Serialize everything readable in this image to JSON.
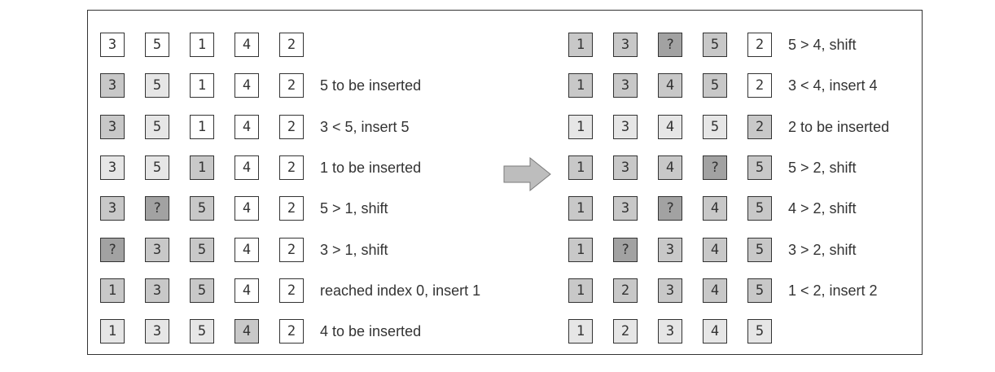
{
  "colors": {
    "white": "#ffffff",
    "light": "#e6e6e6",
    "medium": "#c8c8c8",
    "dark": "#a2a2a2",
    "border": "#333333",
    "arrow": "#bdbdbd"
  },
  "left_steps": [
    {
      "cells": [
        {
          "v": "3",
          "s": 0
        },
        {
          "v": "5",
          "s": 0
        },
        {
          "v": "1",
          "s": 0
        },
        {
          "v": "4",
          "s": 0
        },
        {
          "v": "2",
          "s": 0
        }
      ],
      "note": ""
    },
    {
      "cells": [
        {
          "v": "3",
          "s": 2
        },
        {
          "v": "5",
          "s": 1
        },
        {
          "v": "1",
          "s": 0
        },
        {
          "v": "4",
          "s": 0
        },
        {
          "v": "2",
          "s": 0
        }
      ],
      "note": "5 to be inserted"
    },
    {
      "cells": [
        {
          "v": "3",
          "s": 2
        },
        {
          "v": "5",
          "s": 1
        },
        {
          "v": "1",
          "s": 0
        },
        {
          "v": "4",
          "s": 0
        },
        {
          "v": "2",
          "s": 0
        }
      ],
      "note": "3 < 5, insert 5"
    },
    {
      "cells": [
        {
          "v": "3",
          "s": 1
        },
        {
          "v": "5",
          "s": 1
        },
        {
          "v": "1",
          "s": 2
        },
        {
          "v": "4",
          "s": 0
        },
        {
          "v": "2",
          "s": 0
        }
      ],
      "note": "1 to be inserted"
    },
    {
      "cells": [
        {
          "v": "3",
          "s": 2
        },
        {
          "v": "?",
          "s": 3
        },
        {
          "v": "5",
          "s": 2
        },
        {
          "v": "4",
          "s": 0
        },
        {
          "v": "2",
          "s": 0
        }
      ],
      "note": "5 > 1, shift"
    },
    {
      "cells": [
        {
          "v": "?",
          "s": 3
        },
        {
          "v": "3",
          "s": 2
        },
        {
          "v": "5",
          "s": 2
        },
        {
          "v": "4",
          "s": 0
        },
        {
          "v": "2",
          "s": 0
        }
      ],
      "note": "3 > 1, shift"
    },
    {
      "cells": [
        {
          "v": "1",
          "s": 2
        },
        {
          "v": "3",
          "s": 2
        },
        {
          "v": "5",
          "s": 2
        },
        {
          "v": "4",
          "s": 0
        },
        {
          "v": "2",
          "s": 0
        }
      ],
      "note": "reached index 0, insert 1"
    },
    {
      "cells": [
        {
          "v": "1",
          "s": 1
        },
        {
          "v": "3",
          "s": 1
        },
        {
          "v": "5",
          "s": 1
        },
        {
          "v": "4",
          "s": 2
        },
        {
          "v": "2",
          "s": 0
        }
      ],
      "note": "4 to be inserted"
    }
  ],
  "right_steps": [
    {
      "cells": [
        {
          "v": "1",
          "s": 2
        },
        {
          "v": "3",
          "s": 2
        },
        {
          "v": "?",
          "s": 3
        },
        {
          "v": "5",
          "s": 2
        },
        {
          "v": "2",
          "s": 0
        }
      ],
      "note": "5 > 4, shift"
    },
    {
      "cells": [
        {
          "v": "1",
          "s": 2
        },
        {
          "v": "3",
          "s": 2
        },
        {
          "v": "4",
          "s": 2
        },
        {
          "v": "5",
          "s": 2
        },
        {
          "v": "2",
          "s": 0
        }
      ],
      "note": "3 < 4, insert 4"
    },
    {
      "cells": [
        {
          "v": "1",
          "s": 1
        },
        {
          "v": "3",
          "s": 1
        },
        {
          "v": "4",
          "s": 1
        },
        {
          "v": "5",
          "s": 1
        },
        {
          "v": "2",
          "s": 2
        }
      ],
      "note": "2 to be inserted"
    },
    {
      "cells": [
        {
          "v": "1",
          "s": 2
        },
        {
          "v": "3",
          "s": 2
        },
        {
          "v": "4",
          "s": 2
        },
        {
          "v": "?",
          "s": 3
        },
        {
          "v": "5",
          "s": 2
        }
      ],
      "note": "5 > 2, shift"
    },
    {
      "cells": [
        {
          "v": "1",
          "s": 2
        },
        {
          "v": "3",
          "s": 2
        },
        {
          "v": "?",
          "s": 3
        },
        {
          "v": "4",
          "s": 2
        },
        {
          "v": "5",
          "s": 2
        }
      ],
      "note": "4 > 2, shift"
    },
    {
      "cells": [
        {
          "v": "1",
          "s": 2
        },
        {
          "v": "?",
          "s": 3
        },
        {
          "v": "3",
          "s": 2
        },
        {
          "v": "4",
          "s": 2
        },
        {
          "v": "5",
          "s": 2
        }
      ],
      "note": "3 > 2, shift"
    },
    {
      "cells": [
        {
          "v": "1",
          "s": 2
        },
        {
          "v": "2",
          "s": 2
        },
        {
          "v": "3",
          "s": 2
        },
        {
          "v": "4",
          "s": 2
        },
        {
          "v": "5",
          "s": 2
        }
      ],
      "note": "1 < 2, insert 2"
    },
    {
      "cells": [
        {
          "v": "1",
          "s": 1
        },
        {
          "v": "2",
          "s": 1
        },
        {
          "v": "3",
          "s": 1
        },
        {
          "v": "4",
          "s": 1
        },
        {
          "v": "5",
          "s": 1
        }
      ],
      "note": ""
    }
  ],
  "arrow_icon": "right-arrow-icon"
}
